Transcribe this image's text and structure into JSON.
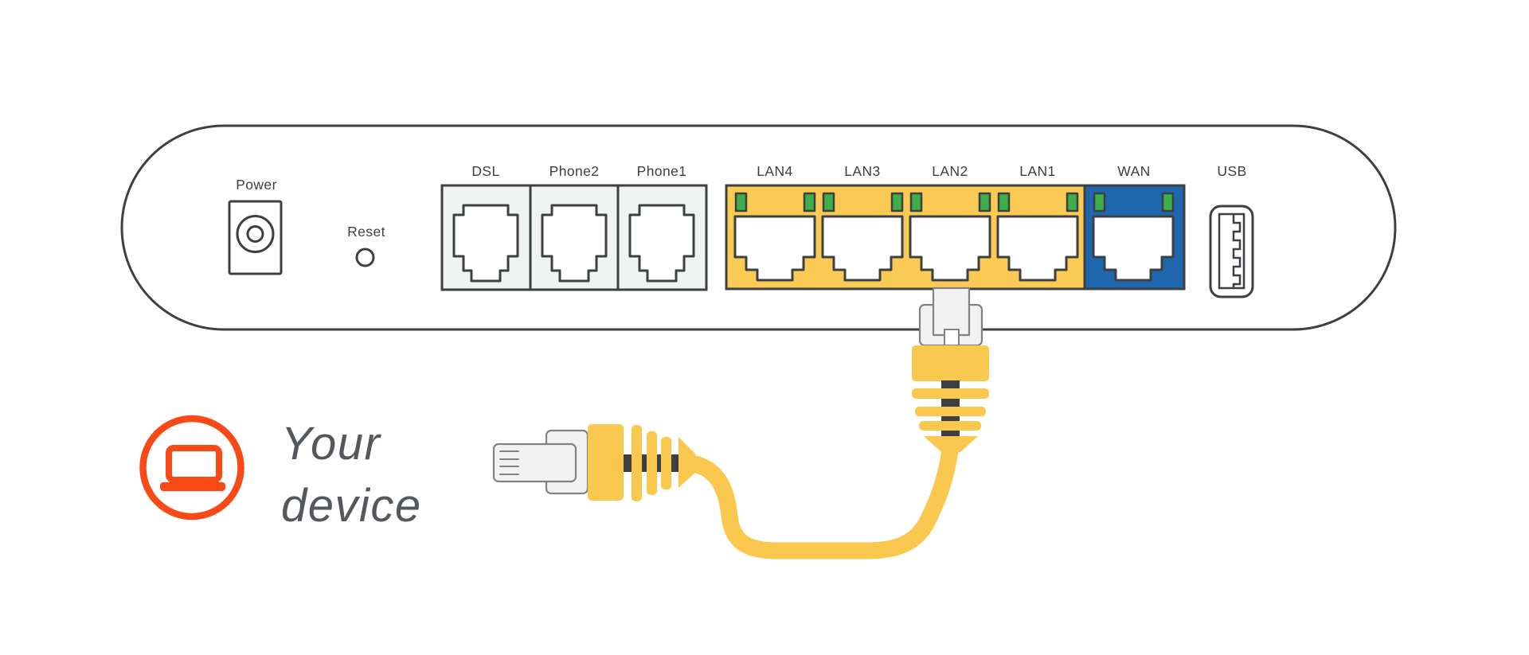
{
  "router": {
    "power_label": "Power",
    "reset_label": "Reset",
    "phone_ports": [
      {
        "label": "DSL"
      },
      {
        "label": "Phone2"
      },
      {
        "label": "Phone1"
      }
    ],
    "lan_ports": [
      {
        "label": "LAN4"
      },
      {
        "label": "LAN3"
      },
      {
        "label": "LAN2"
      },
      {
        "label": "LAN1"
      }
    ],
    "wan_label": "WAN",
    "usb_label": "USB",
    "leds": {
      "color_name": "green",
      "per_lan_port": 2,
      "per_wan_port": 2
    }
  },
  "annotation": {
    "line1": "Your",
    "line2": "device",
    "icon": "laptop-icon"
  },
  "connection": {
    "cable_type": "ethernet",
    "connected_port": "LAN2",
    "from": "Your device"
  },
  "colors": {
    "lan_yellow": "#FBCA55",
    "cable_yellow": "#FAC74F",
    "wan_blue": "#1E66AD",
    "led_green": "#3FAE4A",
    "outline_dark": "#3C4043",
    "port_group_gray": "#F1F2F2",
    "connector_gray": "#F2F2F2",
    "accent_orange": "#F94917",
    "annotation_gray": "#54575B"
  }
}
